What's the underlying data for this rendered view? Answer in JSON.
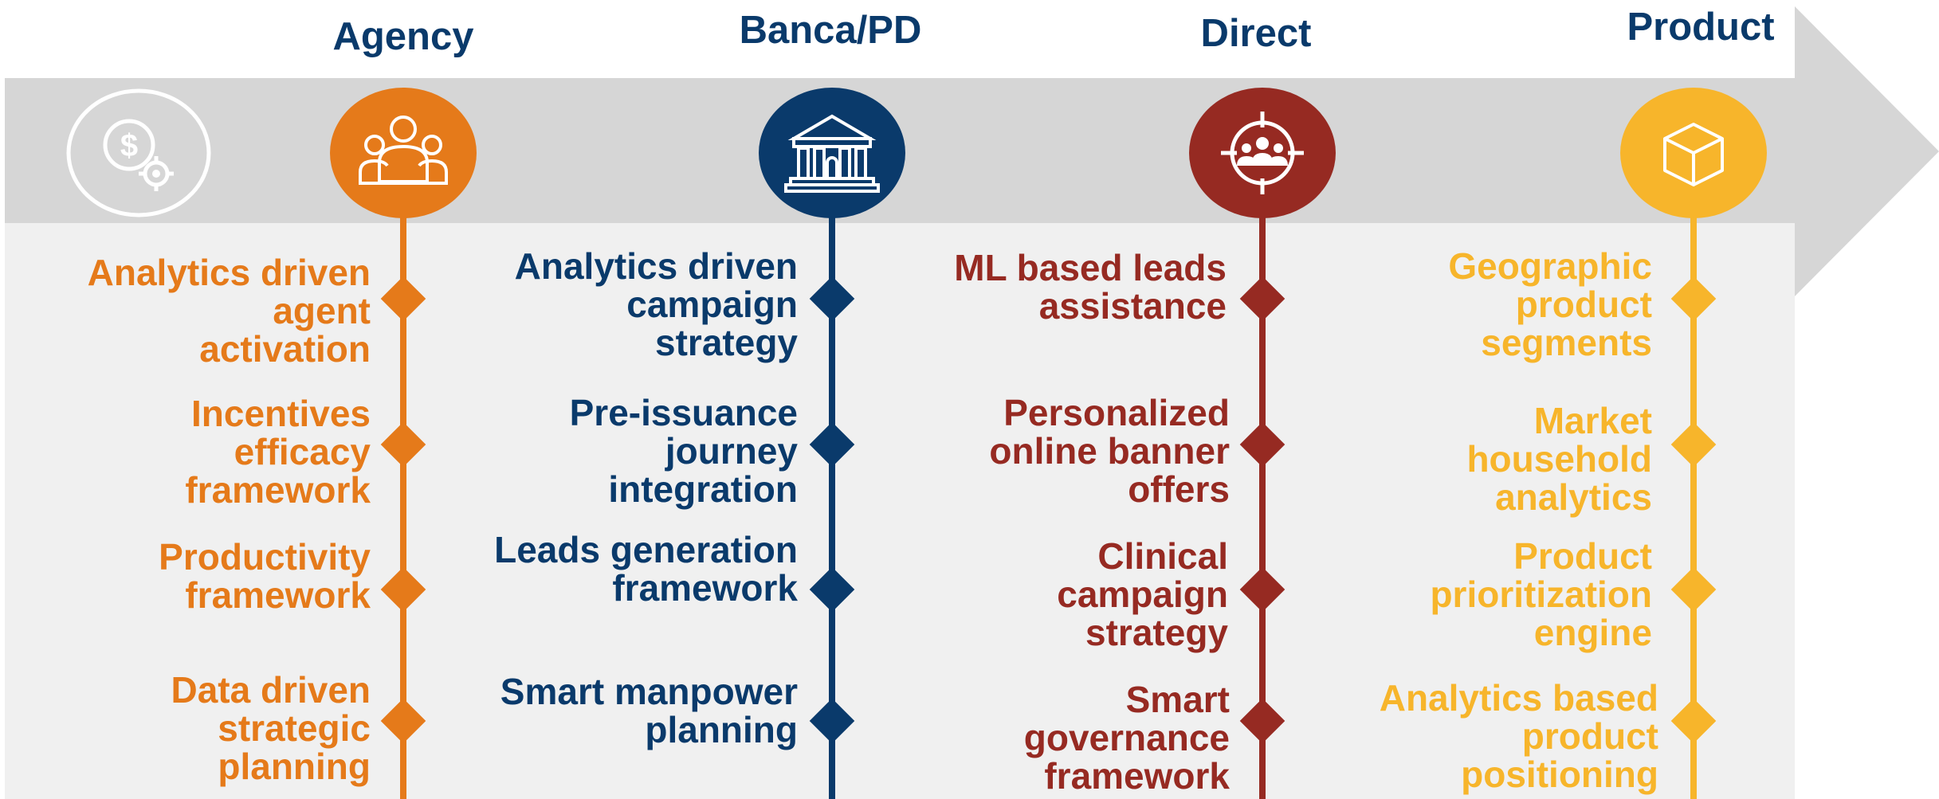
{
  "colors": {
    "agency": "#e57a1a",
    "banca": "#0a3a6b",
    "direct": "#962a22",
    "product": "#f7b52b",
    "arrow_band": "#d6d6d6",
    "panel": "#f0f0f0"
  },
  "start_icon": "money-gear-icon",
  "columns": [
    {
      "key": "agency",
      "heading": "Agency",
      "icon": "people-group-icon",
      "items": [
        "Analytics driven\nagent\nactivation",
        "Incentives\nefficacy\nframework",
        "Productivity\nframework",
        "Data driven\nstrategic\nplanning"
      ]
    },
    {
      "key": "banca",
      "heading": "Banca/PD",
      "icon": "bank-building-icon",
      "items": [
        "Analytics driven\ncampaign\nstrategy",
        "Pre-issuance\njourney\nintegration",
        "Leads generation\nframework",
        "Smart manpower\nplanning"
      ]
    },
    {
      "key": "direct",
      "heading": "Direct",
      "icon": "target-audience-icon",
      "items": [
        "ML based leads\nassistance",
        "Personalized\nonline banner\noffers",
        "Clinical\ncampaign\nstrategy",
        "Smart\ngovernance\nframework"
      ]
    },
    {
      "key": "product",
      "heading": "Product",
      "icon": "cube-icon",
      "items": [
        "Geographic\nproduct\nsegments",
        "Market\nhousehold\nanalytics",
        "Product\nprioritization\nengine",
        "Analytics based\nproduct\npositioning"
      ]
    }
  ]
}
